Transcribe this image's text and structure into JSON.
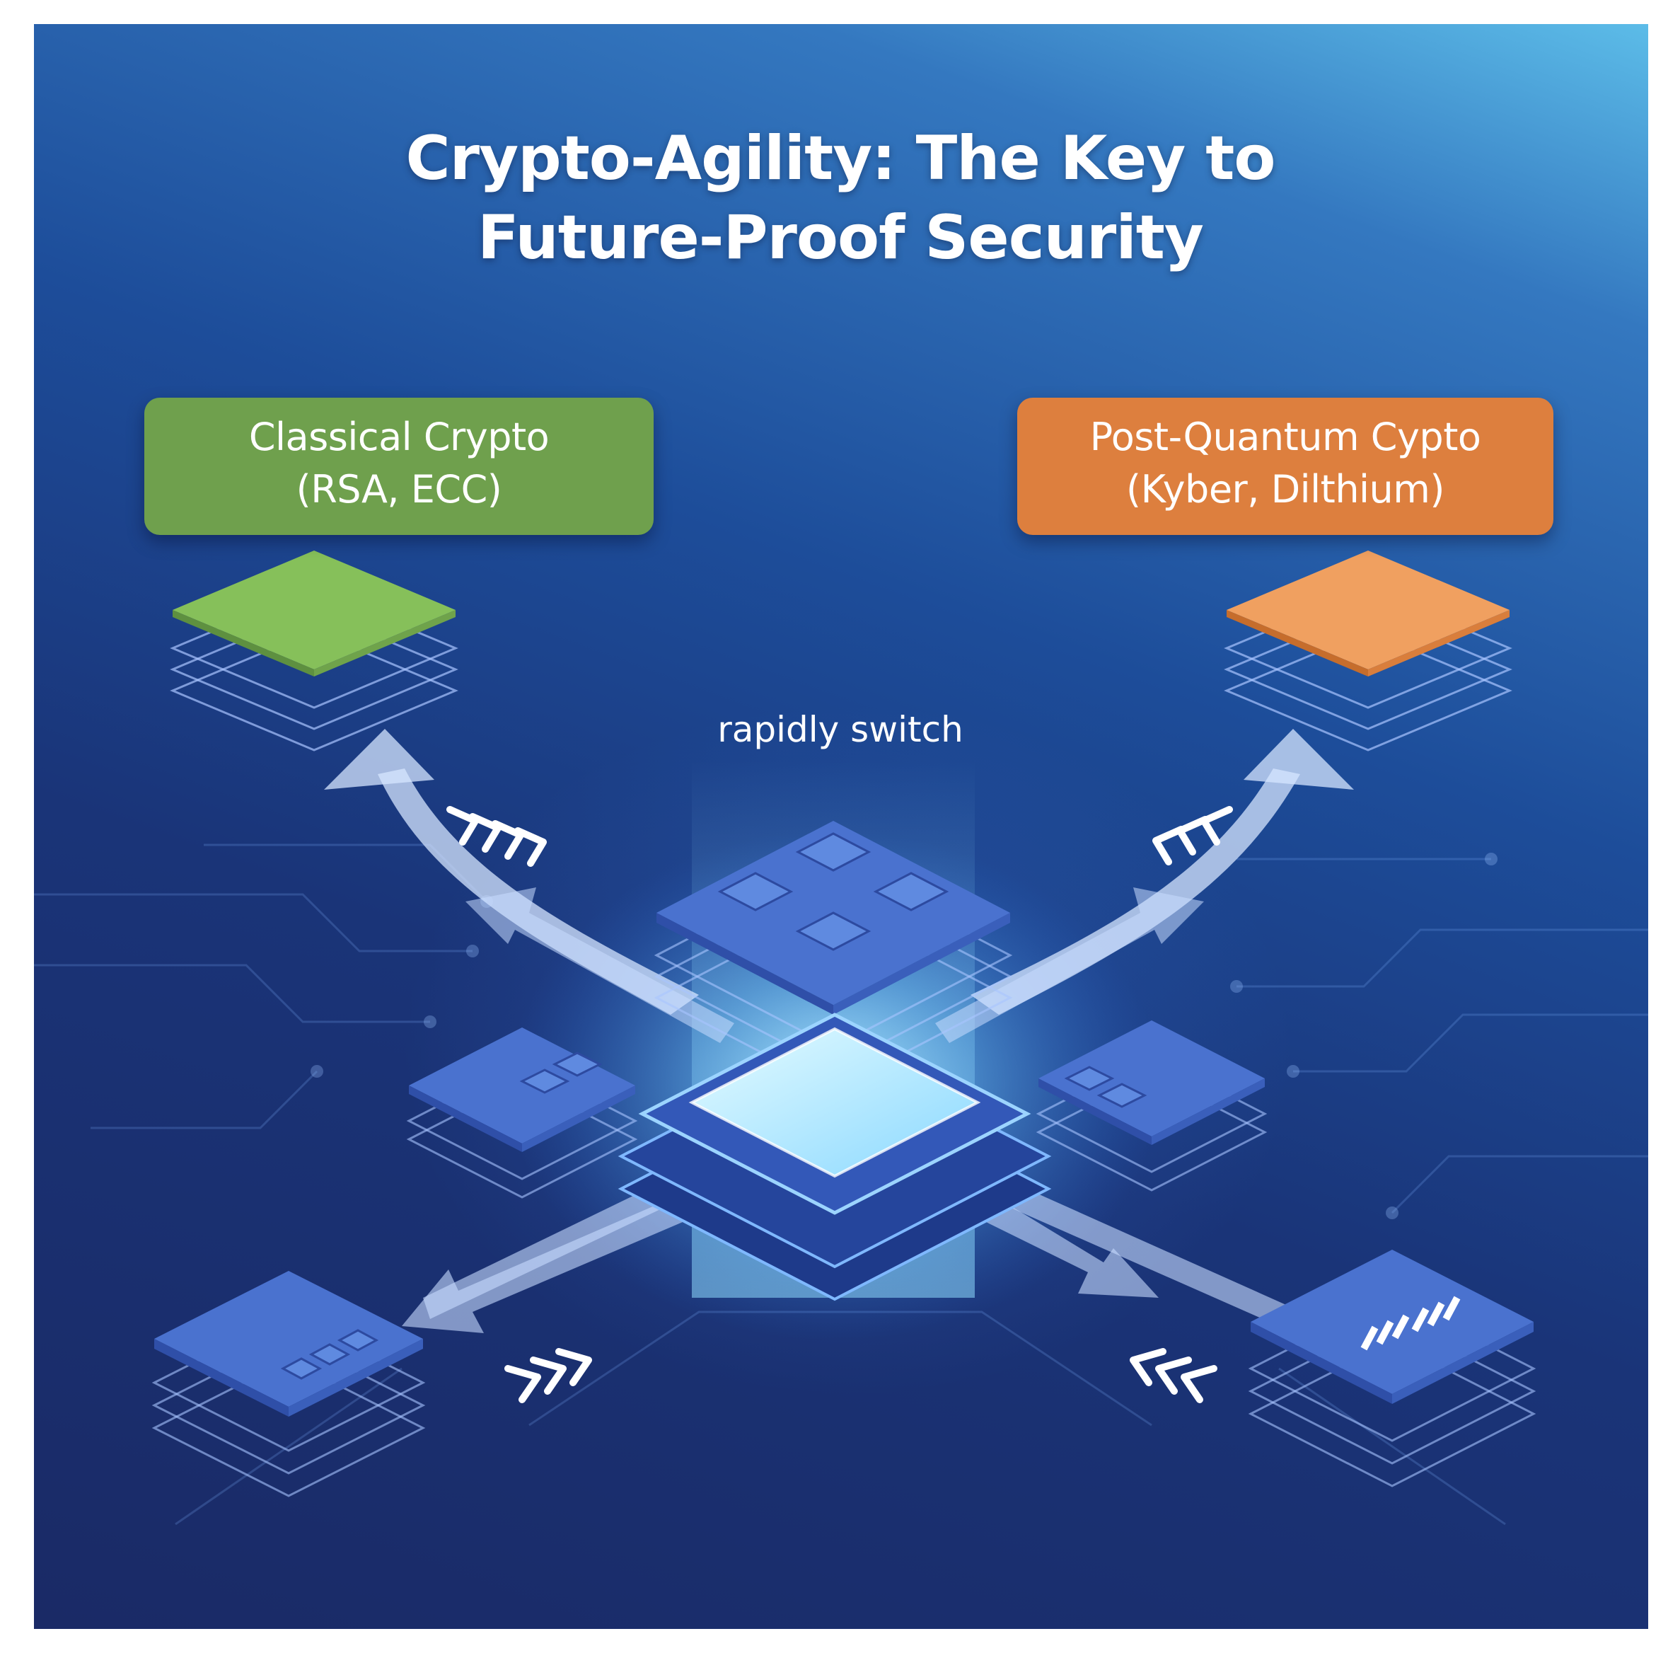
{
  "title": {
    "line1": "Crypto-Agility: The Key to",
    "line2": "Future-Proof Security"
  },
  "classical": {
    "line1": "Classical Crypto",
    "line2": "(RSA, ECC)",
    "color": "#6fa04d"
  },
  "post_quantum": {
    "line1": "Post-Quantum Cypto",
    "line2": "(Kyber, Dilthium)",
    "color": "#dd7f3e"
  },
  "switch_label": "rapidly switch",
  "colors": {
    "background_top": "#5cbce8",
    "background_bottom": "#1a2a66",
    "platform_blue": "#4a72cf",
    "glow": "#9fe6ff"
  }
}
